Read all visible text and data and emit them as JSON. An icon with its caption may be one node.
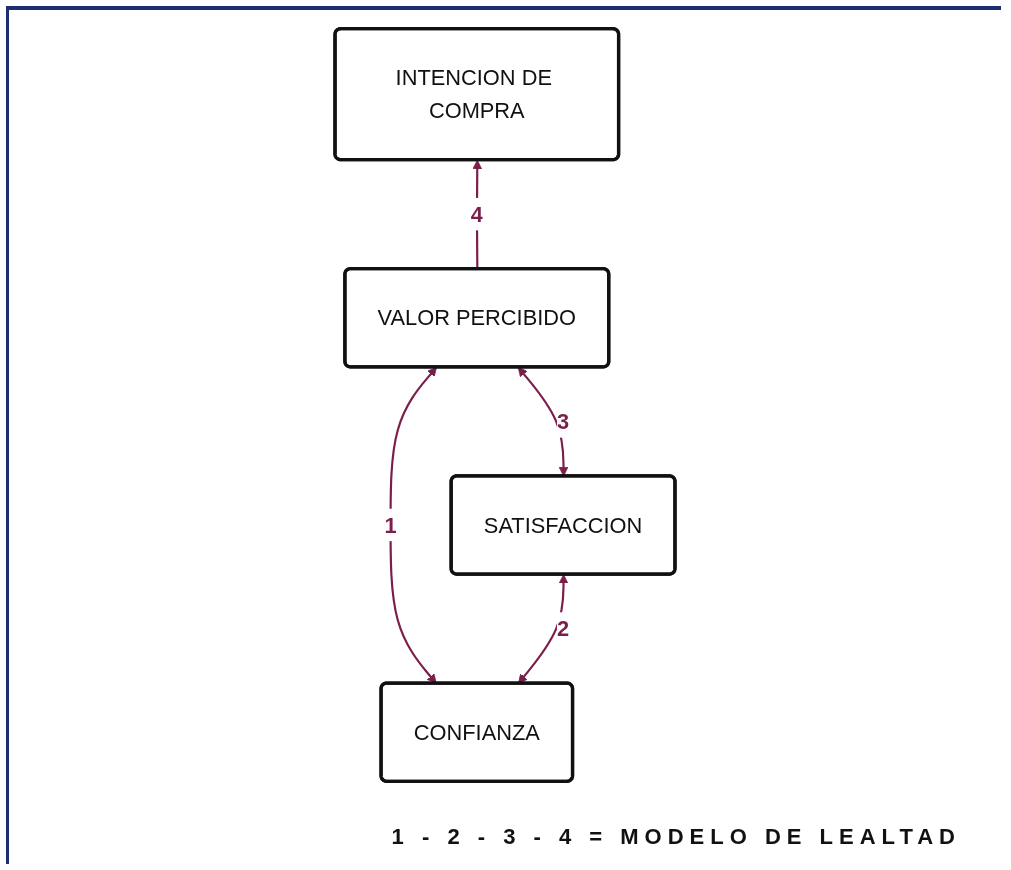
{
  "diagram": {
    "nodes": [
      {
        "text": [
          "INTENCION DE COMPRA"
        ]
      },
      {
        "text": [
          "VALOR PERCIBIDO"
        ]
      },
      {
        "text": [
          "CONFIANZA"
        ]
      },
      {
        "text": [
          "SATISFACCION"
        ]
      }
    ],
    "edges": [
      {
        "from": 1,
        "to": 0,
        "arrow": "to",
        "label": "4"
      },
      {
        "from": 2,
        "to": 1,
        "arrow": "both",
        "label": "1"
      },
      {
        "from": 2,
        "to": 3,
        "arrow": "both",
        "label": "2"
      },
      {
        "from": 3,
        "to": 1,
        "arrow": "both",
        "label": "3"
      }
    ],
    "labels": [
      "1 - 2 - 3 - 4 = MODELO DE LEALTAD"
    ]
  }
}
